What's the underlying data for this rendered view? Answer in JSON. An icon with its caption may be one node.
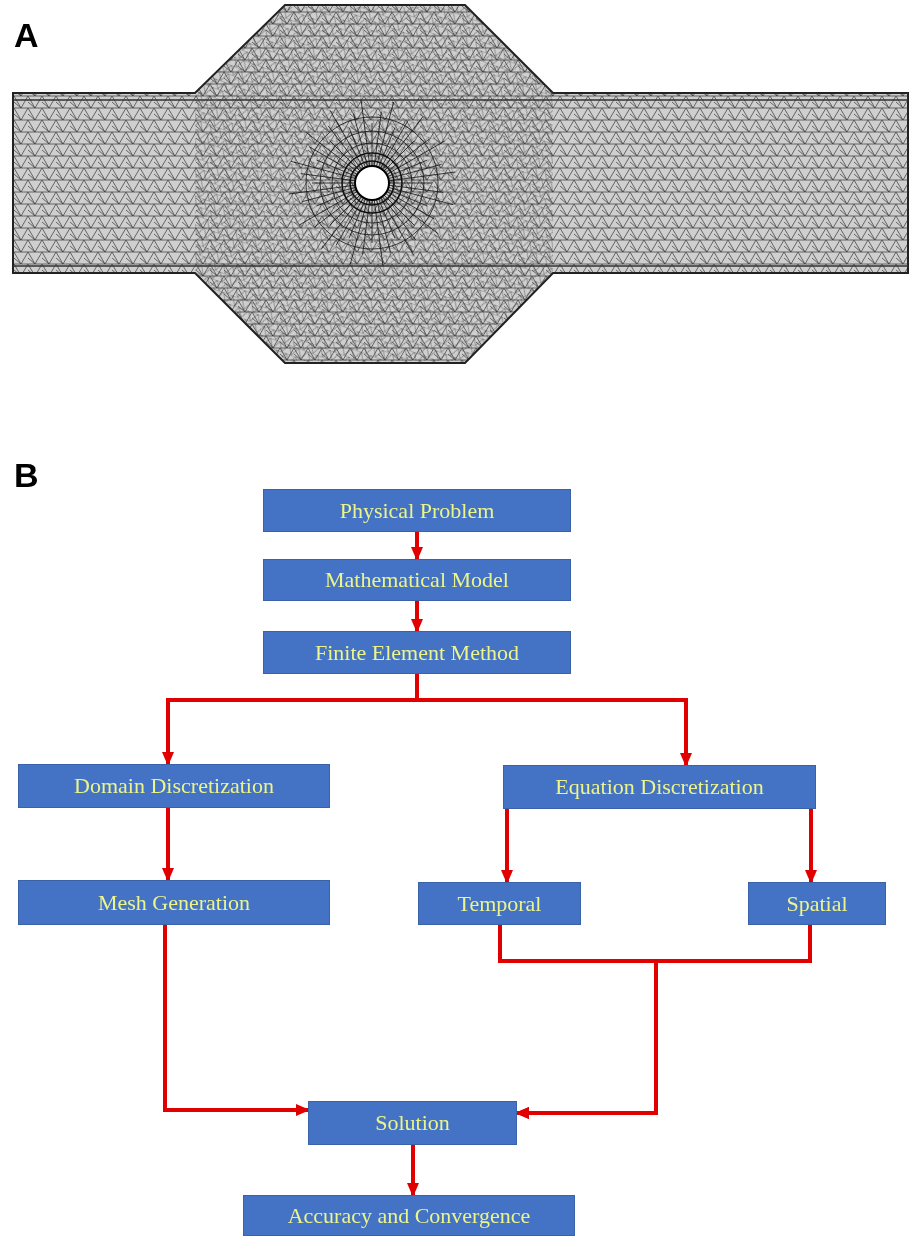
{
  "diagram": {
    "nodes": [
      {
        "text": [
          "Physical Problem"
        ]
      },
      {
        "text": [
          "Mathematical Model"
        ]
      },
      {
        "text": [
          "Finite Element Method"
        ]
      },
      {
        "text": [
          "Domain Discretization"
        ]
      },
      {
        "text": [
          "Equation Discretization"
        ]
      },
      {
        "text": [
          "Mesh Generation"
        ]
      },
      {
        "text": [
          "Temporal"
        ]
      },
      {
        "text": [
          "Spatial"
        ]
      },
      {
        "text": [
          "Solution"
        ]
      },
      {
        "text": [
          "Accuracy and Convergence"
        ]
      }
    ],
    "edges": [
      {
        "from": 0,
        "to": 1,
        "arrow": "to"
      },
      {
        "from": 1,
        "to": 2,
        "arrow": "to"
      },
      {
        "from": 2,
        "to": 3,
        "arrow": "to"
      },
      {
        "from": 2,
        "to": 4,
        "arrow": "to"
      },
      {
        "from": 3,
        "to": 5,
        "arrow": "to"
      },
      {
        "from": 4,
        "to": 6,
        "arrow": "to"
      },
      {
        "from": 4,
        "to": 7,
        "arrow": "to"
      },
      {
        "from": 5,
        "to": 8,
        "arrow": "to"
      },
      {
        "from": 6,
        "to": 8,
        "arrow": "to"
      },
      {
        "from": 7,
        "to": 8,
        "arrow": "to"
      },
      {
        "from": 8,
        "to": 9,
        "arrow": "to"
      }
    ],
    "labels": [
      "A",
      "B"
    ]
  }
}
